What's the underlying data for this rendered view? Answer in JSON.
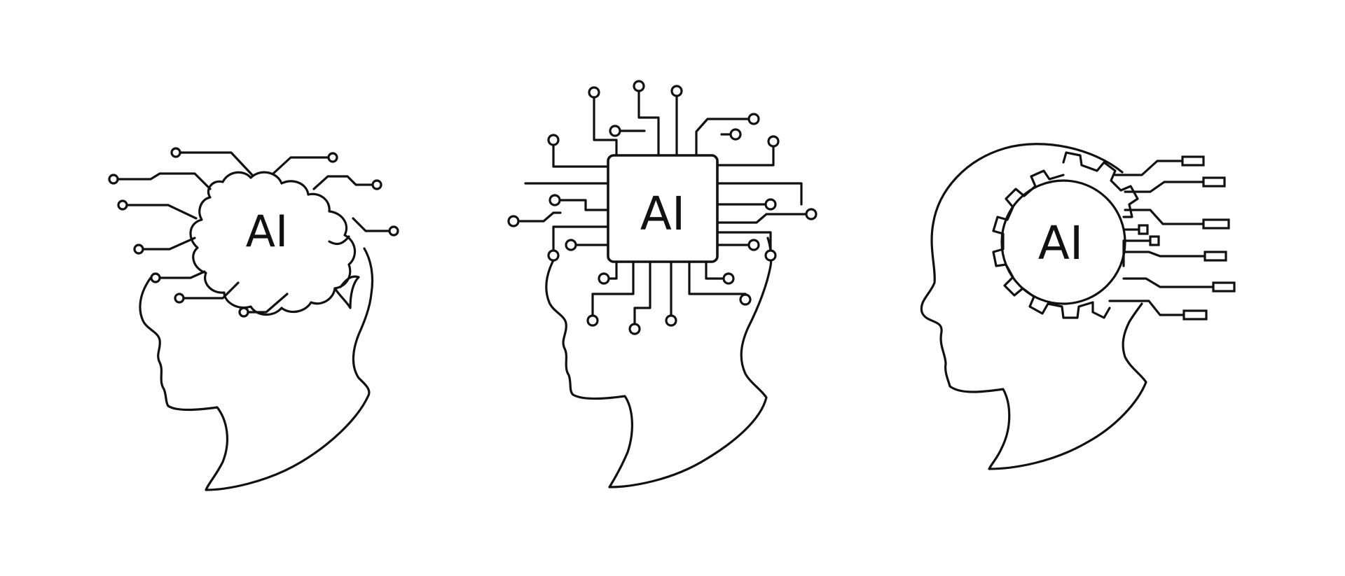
{
  "colors": {
    "ink": "#111111",
    "background": "#ffffff"
  },
  "icons": [
    {
      "name": "ai-brain-circuit-head-icon",
      "label": "AI"
    },
    {
      "name": "ai-chip-circuit-head-icon",
      "label": "AI"
    },
    {
      "name": "ai-gear-circuit-head-icon",
      "label": "AI"
    }
  ]
}
